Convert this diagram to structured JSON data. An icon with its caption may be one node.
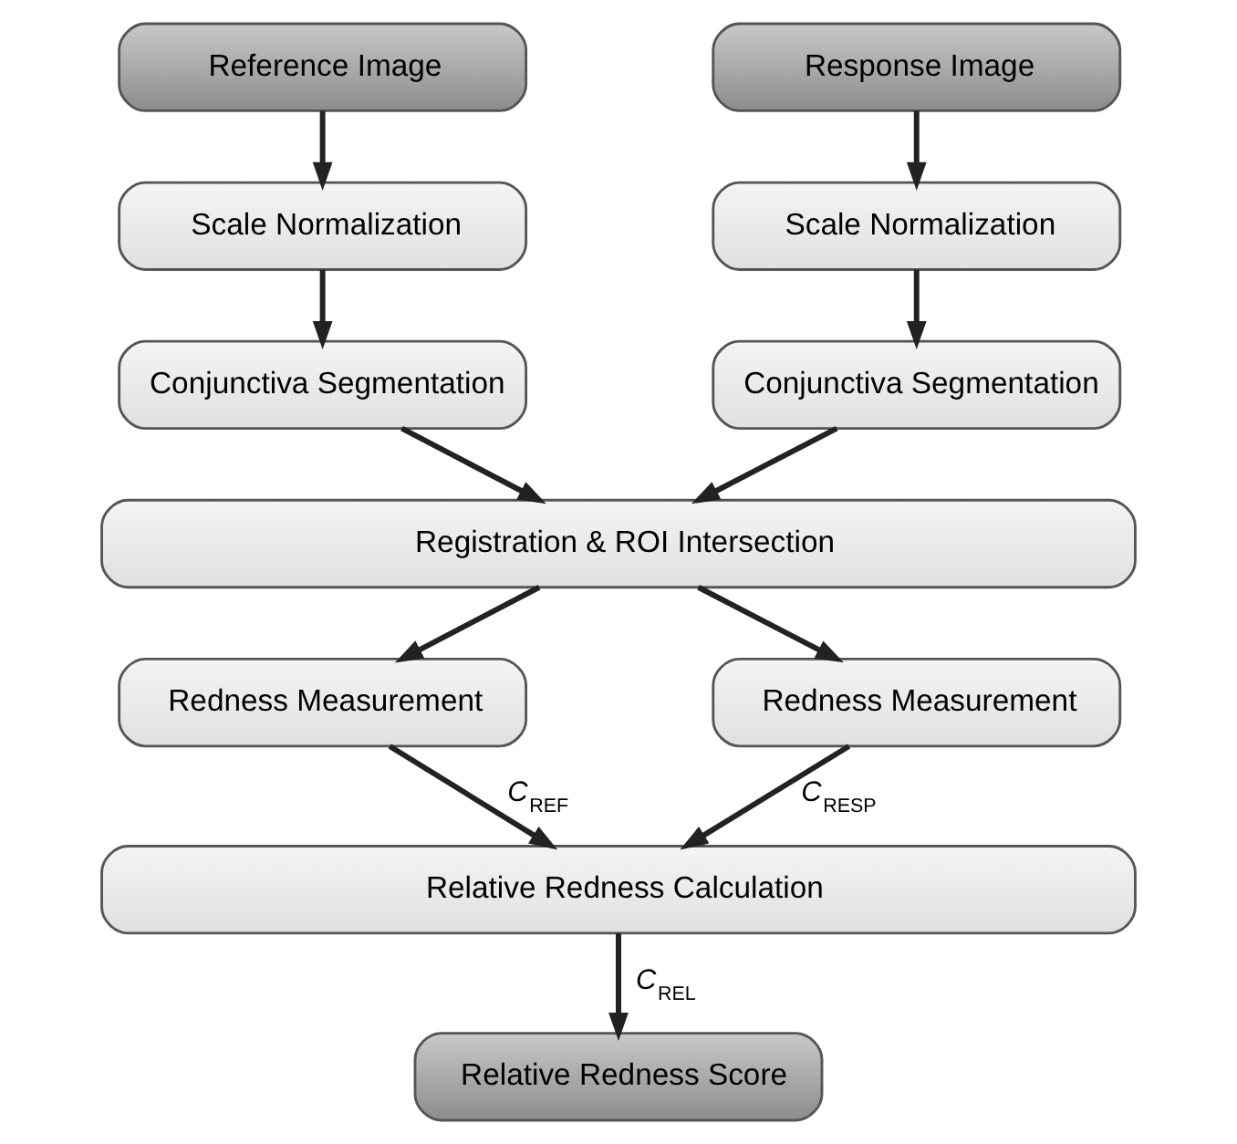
{
  "diagram": {
    "nodes": [
      {
        "text": [
          "Reference Image"
        ]
      },
      {
        "text": [
          "Response Image"
        ]
      },
      {
        "text": [
          "Scale Normalization"
        ]
      },
      {
        "text": [
          "Scale Normalization"
        ]
      },
      {
        "text": [
          "Conjunctiva Segmentation"
        ]
      },
      {
        "text": [
          "Conjunctiva Segmentation"
        ]
      },
      {
        "text": [
          "Registration & ROI Intersection"
        ]
      },
      {
        "text": [
          "Redness Measurement"
        ]
      },
      {
        "text": [
          "Redness Measurement"
        ]
      },
      {
        "text": [
          "Relative Redness Calculation"
        ]
      },
      {
        "text": [
          "Relative Redness Score"
        ]
      }
    ],
    "edges": [
      {
        "from": 0,
        "to": 2,
        "arrow": "to"
      },
      {
        "from": 1,
        "to": 3,
        "arrow": "to"
      },
      {
        "from": 2,
        "to": 4,
        "arrow": "to"
      },
      {
        "from": 3,
        "to": 5,
        "arrow": "to"
      },
      {
        "from": 4,
        "to": 6,
        "arrow": "to"
      },
      {
        "from": 5,
        "to": 6,
        "arrow": "to"
      },
      {
        "from": 6,
        "to": 7,
        "arrow": "to"
      },
      {
        "from": 6,
        "to": 8,
        "arrow": "to"
      },
      {
        "from": 7,
        "to": 9,
        "arrow": "to",
        "label": "*C*$_{REF}$"
      },
      {
        "from": 8,
        "to": 9,
        "arrow": "to",
        "label": "*C*$_{RESP}$"
      },
      {
        "from": 9,
        "to": 10,
        "arrow": "to",
        "label": "*C*$_{REL}$"
      }
    ]
  }
}
